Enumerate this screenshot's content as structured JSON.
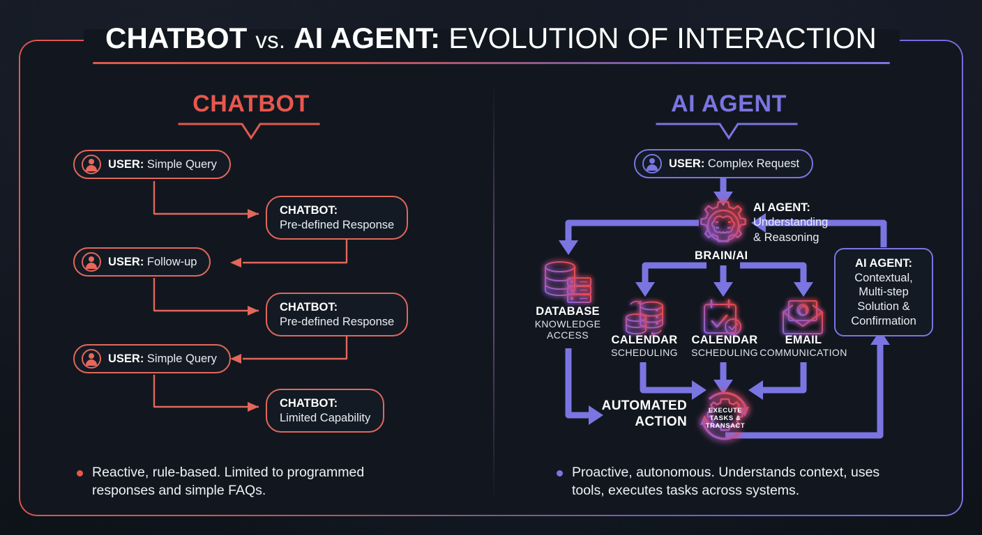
{
  "title": {
    "part1": "CHATBOT",
    "vs": "vs.",
    "part2": "AI AGENT:",
    "part3": "EVOLUTION OF INTERACTION"
  },
  "colors": {
    "background": "#12171f",
    "chatbot_accent": "#e8574c",
    "agent_accent": "#7b75e2",
    "text": "#ffffff"
  },
  "chatbot": {
    "heading": "CHATBOT",
    "flow": [
      {
        "role": "USER:",
        "text": " Simple Query",
        "type": "user"
      },
      {
        "role": "CHATBOT:",
        "text": "Pre-defined Response",
        "type": "bot"
      },
      {
        "role": "USER:",
        "text": " Follow-up",
        "type": "user"
      },
      {
        "role": "CHATBOT:",
        "text": "Pre-defined Response",
        "type": "bot"
      },
      {
        "role": "USER:",
        "text": " Simple Query",
        "type": "user"
      },
      {
        "role": "CHATBOT:",
        "text": "Limited Capability",
        "type": "bot"
      }
    ],
    "summary": "Reactive, rule-based. Limited to programmed responses and simple FAQs."
  },
  "agent": {
    "heading": "AI AGENT",
    "user": {
      "role": "USER:",
      "text": " Complex Request"
    },
    "brain": {
      "label": "BRAIN/AI",
      "tag_role": "AI AGENT:",
      "tag_line1": "Understanding",
      "tag_line2": "& Reasoning"
    },
    "tools": [
      {
        "icon": "database-icon",
        "name": "DATABASE",
        "sub_line1": "KNOWLEDGE",
        "sub_line2": "ACCESS"
      },
      {
        "icon": "database-sync-icon",
        "name": "CALENDAR",
        "sub_line1": "SCHEDULING",
        "sub_line2": ""
      },
      {
        "icon": "calendar-check-icon",
        "name": "CALENDAR",
        "sub_line1": "SCHEDULING",
        "sub_line2": ""
      },
      {
        "icon": "email-icon",
        "name": "EMAIL",
        "sub_line1": "COMMUNICATION",
        "sub_line2": ""
      }
    ],
    "action": {
      "label_line1": "AUTOMATED",
      "label_line2": "ACTION",
      "gear_line1": "EXECUTE",
      "gear_line2": "TASKS &",
      "gear_line3": "TRANSACT"
    },
    "result": {
      "role": "AI AGENT:",
      "line1": "Contextual,",
      "line2": "Multi-step",
      "line3": "Solution &",
      "line4": "Confirmation"
    },
    "summary": "Proactive, autonomous. Understands context, uses tools, executes tasks across systems."
  }
}
